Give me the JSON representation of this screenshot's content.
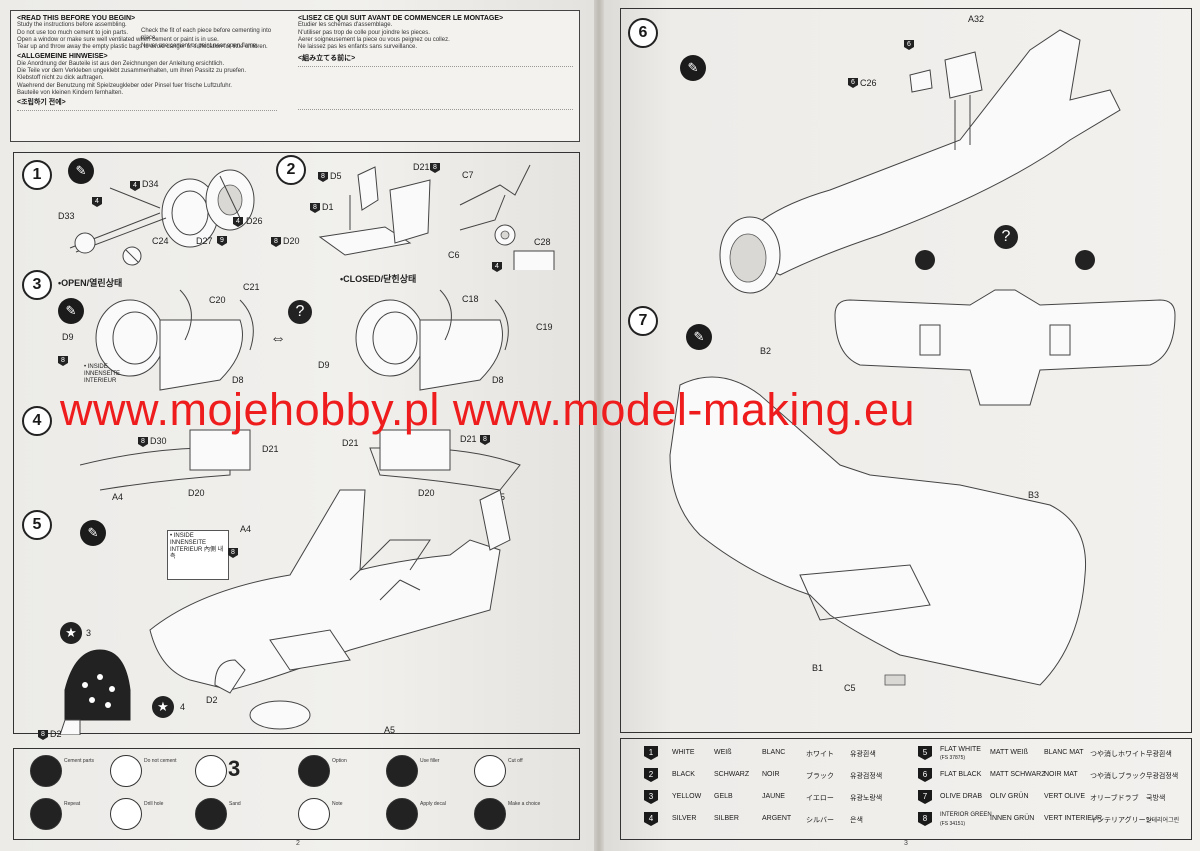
{
  "intro": {
    "en_title": "<READ THIS BEFORE YOU BEGIN>",
    "en_lines": [
      "Study the instructions before assembling.",
      "Do not use too much cement to join parts.",
      "Open a window or make sure well ventilated when cement or paint is in use.",
      "Tear up and throw away the empty plastic bags to avoid danger of suffocation for little children."
    ],
    "en_lines_b": [
      "Check the fit of each piece before cementing into place.",
      "Never use cement or paint near open flame."
    ],
    "de_title": "<ALLGEMEINE HINWEISE>",
    "de_lines": [
      "Die Anordnung der Bauteile ist aus den Zeichnungen der Anleitung ersichtlich.",
      "Die Teile vor dem Verkleben ungeklebt zusammenhalten, um ihren Passitz zu pruefen.",
      "Klebstoff nicht zu dick auftragen.",
      "Waehrend der Benutzung mit Spielzeugkleber oder Pinsel fuer frische Luftzufuhr.",
      "Bauteile von kleinen Kindern fernhalten."
    ],
    "ko_title": "<조립하기 전에>",
    "fr_title": "<LISEZ CE QUI SUIT AVANT DE COMMENCER LE MONTAGE>",
    "fr_lines": [
      "Etudier les schemas d'assemblage.",
      "N'utiliser pas trop de colle pour joindre les pieces.",
      "Aerer soigneusement la piece ou vous peignez ou collez.",
      "Ne laissez pas les enfants sans surveillance."
    ],
    "jp_title": "<組み立てる前に>"
  },
  "steps": {
    "s1": "1",
    "s2": "2",
    "s3": "3",
    "s4": "4",
    "s5": "5",
    "s6": "6",
    "s7": "7"
  },
  "labels": {
    "open": "•OPEN/열린상태",
    "closed": "•CLOSED/닫힌상태",
    "inside": "• INSIDE INNENSEITE INTERIEUR",
    "inside_ko": "• INSIDE INNENSEITE INTERIEUR 內側 내측",
    "d34": "D34",
    "d33": "D33",
    "c24": "C24",
    "d27": "D27",
    "d26": "D26",
    "d5": "D5",
    "d1": "D1",
    "d20": "D20",
    "d21": "D21",
    "c7": "C7",
    "c6": "C6",
    "c28": "C28",
    "c20": "C20",
    "c21": "C21",
    "d9": "D9",
    "d8": "D8",
    "c18": "C18",
    "c19": "C19",
    "d30": "D30",
    "a4": "A4",
    "a5": "A5",
    "d2": "D2",
    "n3": "3",
    "n4": "4",
    "a32": "A32",
    "c26": "C26",
    "b2": "B2",
    "b3": "B3",
    "b1": "B1",
    "c5": "C5"
  },
  "watermark": "www.mojehobby.pl www.model-making.eu",
  "legend": [
    {
      "num": "1",
      "en": "WHITE",
      "de": "WEIß",
      "fr": "BLANC",
      "jp": "ホワイト",
      "ko": "유광흰색"
    },
    {
      "num": "2",
      "en": "BLACK",
      "de": "SCHWARZ",
      "fr": "NOIR",
      "jp": "ブラック",
      "ko": "유광검정색"
    },
    {
      "num": "3",
      "en": "YELLOW",
      "de": "GELB",
      "fr": "JAUNE",
      "jp": "イエロー",
      "ko": "유광노랑색"
    },
    {
      "num": "4",
      "en": "SILVER",
      "de": "SILBER",
      "fr": "ARGENT",
      "jp": "シルバー",
      "ko": "은색"
    }
  ],
  "legend2": [
    {
      "num": "5",
      "en": "FLAT WHITE",
      "sub": "(FS 37875)",
      "de": "MATT WEIß",
      "fr": "BLANC MAT",
      "jp": "つや消しホワイト",
      "ko": "무광흰색"
    },
    {
      "num": "6",
      "en": "FLAT BLACK",
      "sub": "",
      "de": "MATT SCHWARZ",
      "fr": "NOIR MAT",
      "jp": "つや消しブラック",
      "ko": "무광검정색"
    },
    {
      "num": "7",
      "en": "OLIVE DRAB",
      "sub": "",
      "de": "OLIV GRÜN",
      "fr": "VERT OLIVE",
      "jp": "オリーブドラブ",
      "ko": "국방색"
    },
    {
      "num": "8",
      "en": "INTERIOR GREEN",
      "sub": "(FS 34151)",
      "de": "INNEN GRÜN",
      "fr": "VERT INTERIEUR",
      "jp": "インテリアグリーン",
      "ko": "인테리어그린"
    }
  ],
  "icons": [
    {
      "label": "Cement parts"
    },
    {
      "label": "Do not cement"
    },
    {
      "label": "Apply decal"
    },
    {
      "label": "Decal number"
    },
    {
      "label": "Option"
    },
    {
      "label": "Make a choice"
    },
    {
      "label": "Use filler"
    },
    {
      "label": "Cut off"
    },
    {
      "label": "Repeat"
    },
    {
      "label": "Drill hole"
    },
    {
      "label": "Sand"
    },
    {
      "label": "Note"
    }
  ],
  "page_numbers": {
    "left": "2",
    "right": "3"
  },
  "colors": {
    "watermark": "#ee1c1c"
  }
}
